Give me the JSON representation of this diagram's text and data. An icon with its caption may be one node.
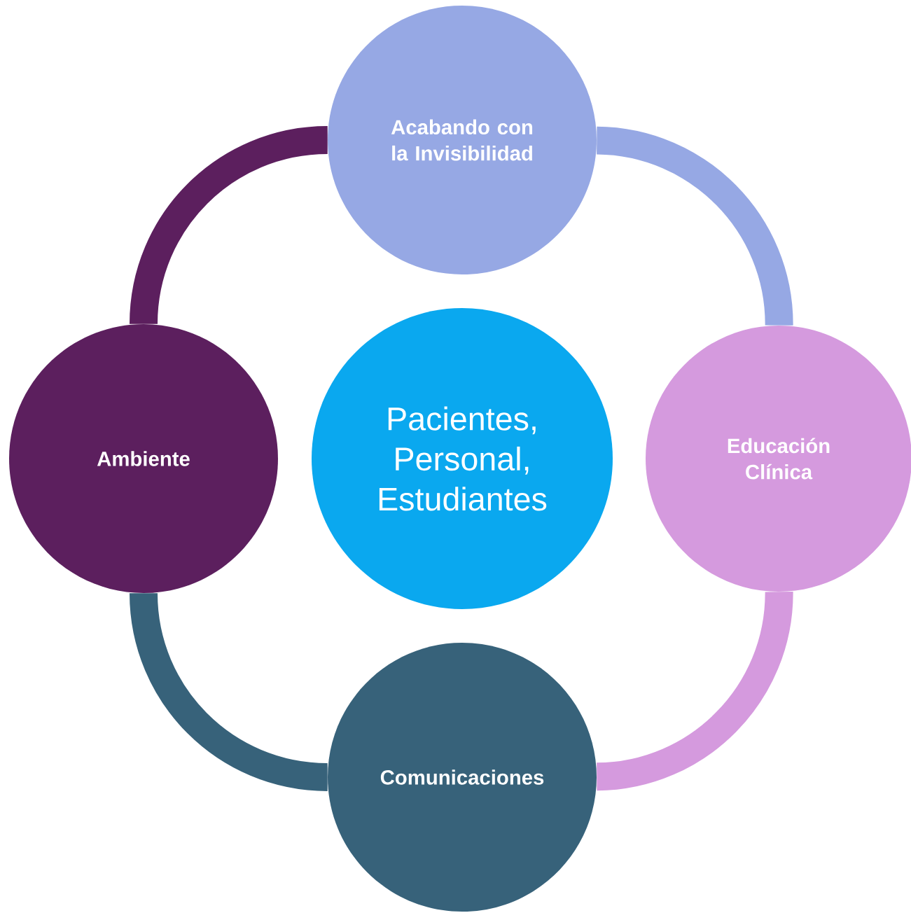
{
  "diagram": {
    "nodes": [
      {
        "text": [
          "Acabando con la Invisibilidad"
        ]
      },
      {
        "text": [
          "Ambiente"
        ]
      },
      {
        "text": [
          "Pacientes, Personal, Estudiantes"
        ]
      },
      {
        "text": [
          "Educación Clínica"
        ]
      },
      {
        "text": [
          "Comunicaciones"
        ]
      }
    ],
    "edges": [
      {
        "from": 0,
        "to": 3,
        "arrow": "none",
        "color": "#96a8e4"
      },
      {
        "from": 3,
        "to": 4,
        "arrow": "none",
        "color": "#d59ade"
      },
      {
        "from": 4,
        "to": 1,
        "arrow": "none",
        "color": "#37627a"
      },
      {
        "from": 1,
        "to": 0,
        "arrow": "none",
        "color": "#5c1f5e"
      }
    ]
  }
}
